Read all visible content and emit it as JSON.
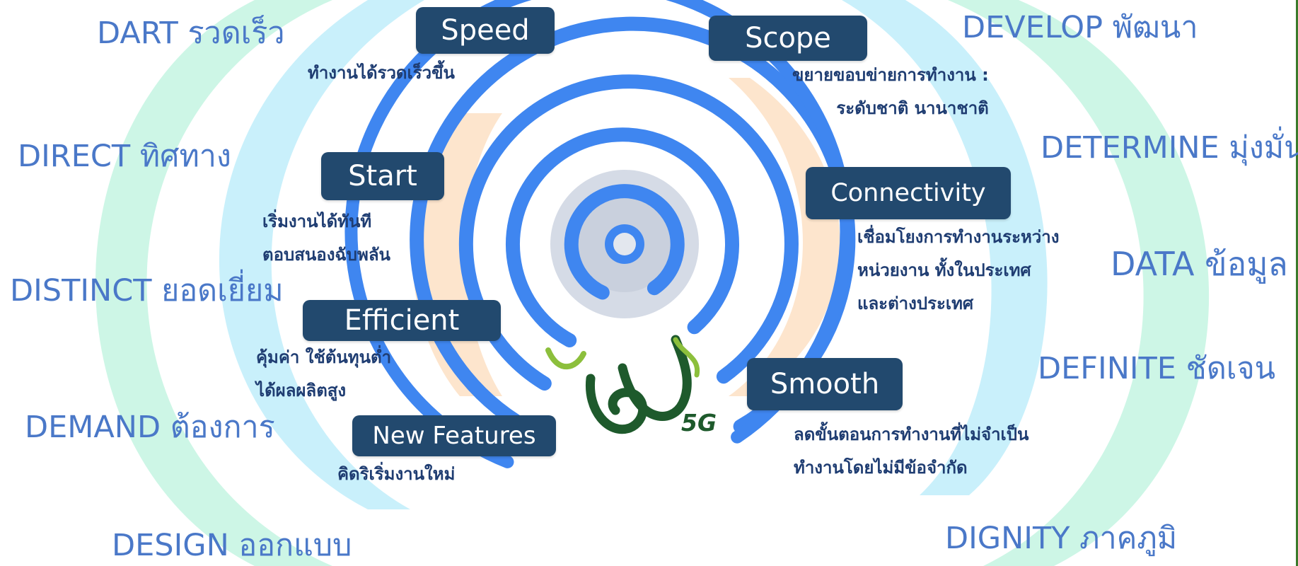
{
  "colors": {
    "ring_blue": "#3f86f0",
    "pill_navy": "#22496e",
    "d_word_blue": "#4a78c8",
    "desc_navy": "#1f3d72",
    "logo_green": "#1e5a2c",
    "logo_light_green": "#8cbf3c",
    "bg_cyan": "#c9f0fb",
    "bg_mint": "#cdf6e6",
    "bg_peach": "#fde2c8"
  },
  "d_words": {
    "dart": "DART รวดเร็ว",
    "direct": "DIRECT ทิศทาง",
    "distinct": "DISTINCT ยอดเยี่ยม",
    "demand": "DEMAND ต้องการ",
    "design": "DESIGN ออกแบบ",
    "develop": "DEVELOP พัฒนา",
    "determine": "DETERMINE มุ่งมั่น",
    "data": "DATA ข้อมูล",
    "definite": "DEFINITE ชัดเจน",
    "dignity": "DIGNITY ภาคภูมิ"
  },
  "features": {
    "speed": {
      "label": "Speed",
      "desc": [
        "ทำงานได้รวดเร็วขึ้น"
      ]
    },
    "scope": {
      "label": "Scope",
      "desc": [
        "ขยายขอบข่ายการทำงาน :",
        "ระดับชาติ นานาชาติ"
      ]
    },
    "start": {
      "label": "Start",
      "desc": [
        "เริ่มงานได้ทันที",
        "ตอบสนองฉับพลัน"
      ]
    },
    "connectivity": {
      "label": "Connectivity",
      "desc": [
        "เชื่อมโยงการทำงานระหว่าง",
        "หน่วยงาน ทั้งในประเทศ",
        "และต่างประเทศ"
      ]
    },
    "efficient": {
      "label": "Efficient",
      "desc": [
        "คุ้มค่า ใช้ต้นทุนต่ำ",
        "ได้ผลผลิตสูง"
      ]
    },
    "smooth": {
      "label": "Smooth",
      "desc": [
        "ลดขั้นตอนการทำงานที่ไม่จำเป็น",
        "ทำงานโดยไม่มีข้อจำกัด"
      ]
    },
    "new_features": {
      "label": "New Features",
      "desc": [
        "คิดริเริ่มงานใหม่"
      ]
    }
  },
  "logo": {
    "suffix": "5G"
  }
}
